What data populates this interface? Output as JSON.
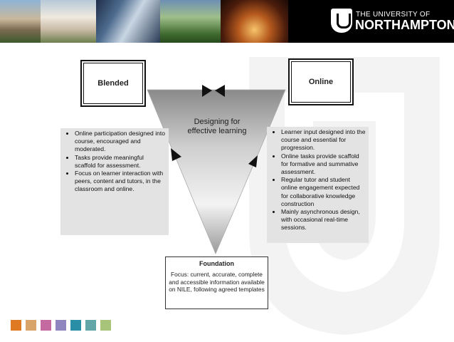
{
  "header": {
    "logo_line1": "THE UNIVERSITY OF",
    "logo_line2": "NORTHAMPTON"
  },
  "diagram": {
    "blended_label": "Blended",
    "online_label": "Online",
    "center_label_1": "Designing for",
    "center_label_2": "effective learning",
    "blended_points": [
      "Online participation designed into course, encouraged and moderated.",
      "Tasks provide meaningful scaffold for assessment.",
      "Focus on learner interaction with peers, content and tutors, in the classroom and online."
    ],
    "online_points": [
      "Learner input designed into the course and essential for progression.",
      "Online tasks provide scaffold for formative and summative assessment.",
      "Regular tutor and student online engagement expected for collaborative knowledge construction",
      "Mainly asynchronous design, with occasional real-time sessions."
    ],
    "foundation_title": "Foundation",
    "foundation_text": "Focus: current, accurate, complete and accessible information available on NILE, following agreed templates"
  },
  "footer": {
    "square_colors": [
      "#e07a22",
      "#d9a46a",
      "#c46aa0",
      "#8f86c0",
      "#2a8fa6",
      "#62a6a8",
      "#a8c47a"
    ]
  },
  "colors": {
    "banner": "#000000",
    "panel": "#e3e3e3"
  }
}
